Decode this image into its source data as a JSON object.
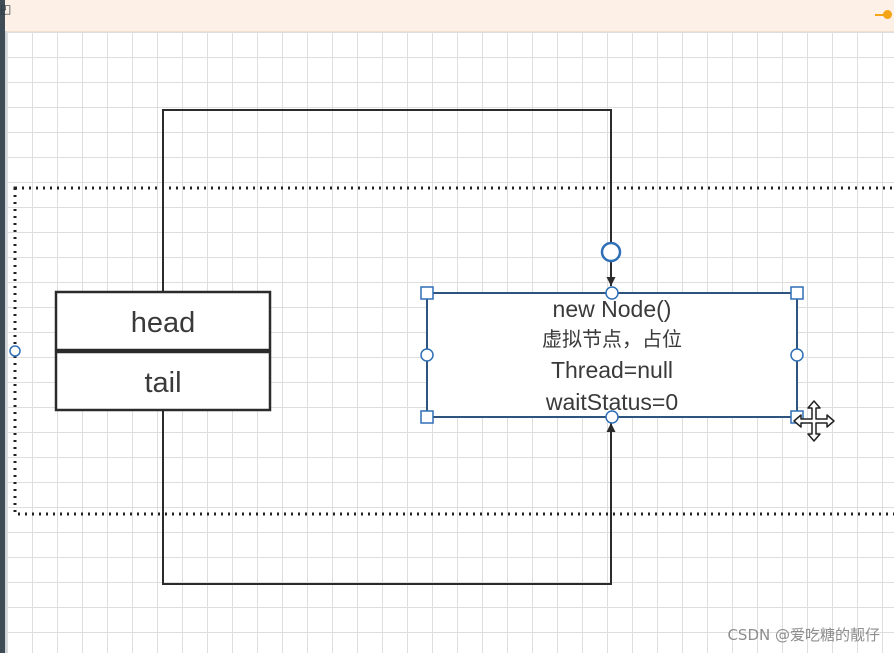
{
  "diagram": {
    "queue_fields": [
      "head",
      "tail"
    ],
    "node_lines": [
      "new Node()",
      "虚拟节点，占位",
      "Thread=null",
      "waitStatus=0"
    ]
  },
  "watermark": "CSDN @爱吃糖的靓仔",
  "colors": {
    "selection": "#2f6fb5",
    "handle_fill": "#ffffff",
    "box_stroke": "#2b2b2b",
    "grid": "#dedede",
    "top_strip": "#fdf1e7"
  }
}
